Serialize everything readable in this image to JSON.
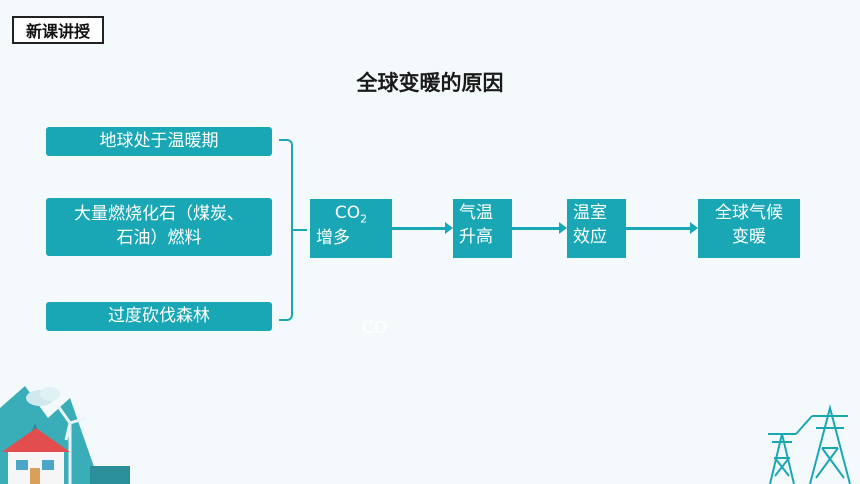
{
  "header": {
    "badge": "新课讲授"
  },
  "slide": {
    "title": "全球变暖的原因",
    "causes": [
      {
        "text": "地球处于温暖期"
      },
      {
        "line1": "大量燃烧化石（煤炭、",
        "line2": "石油）燃料"
      },
      {
        "text": "过度砍伐森林"
      }
    ],
    "chain": [
      {
        "line1_main": "CO",
        "line1_sub": "2",
        "line2": "增多"
      },
      {
        "line1": "气温",
        "line2": "升高"
      },
      {
        "line1": "温室",
        "line2": "效应"
      },
      {
        "line1": "全球气候",
        "line2": "变暖"
      }
    ],
    "ghost_text": "CO"
  },
  "colors": {
    "accent": "#1aa7b5",
    "background": "#f4fafb"
  },
  "decorations": {
    "left": "house-wind-turbine-illustration",
    "right": "power-pylons-illustration"
  }
}
